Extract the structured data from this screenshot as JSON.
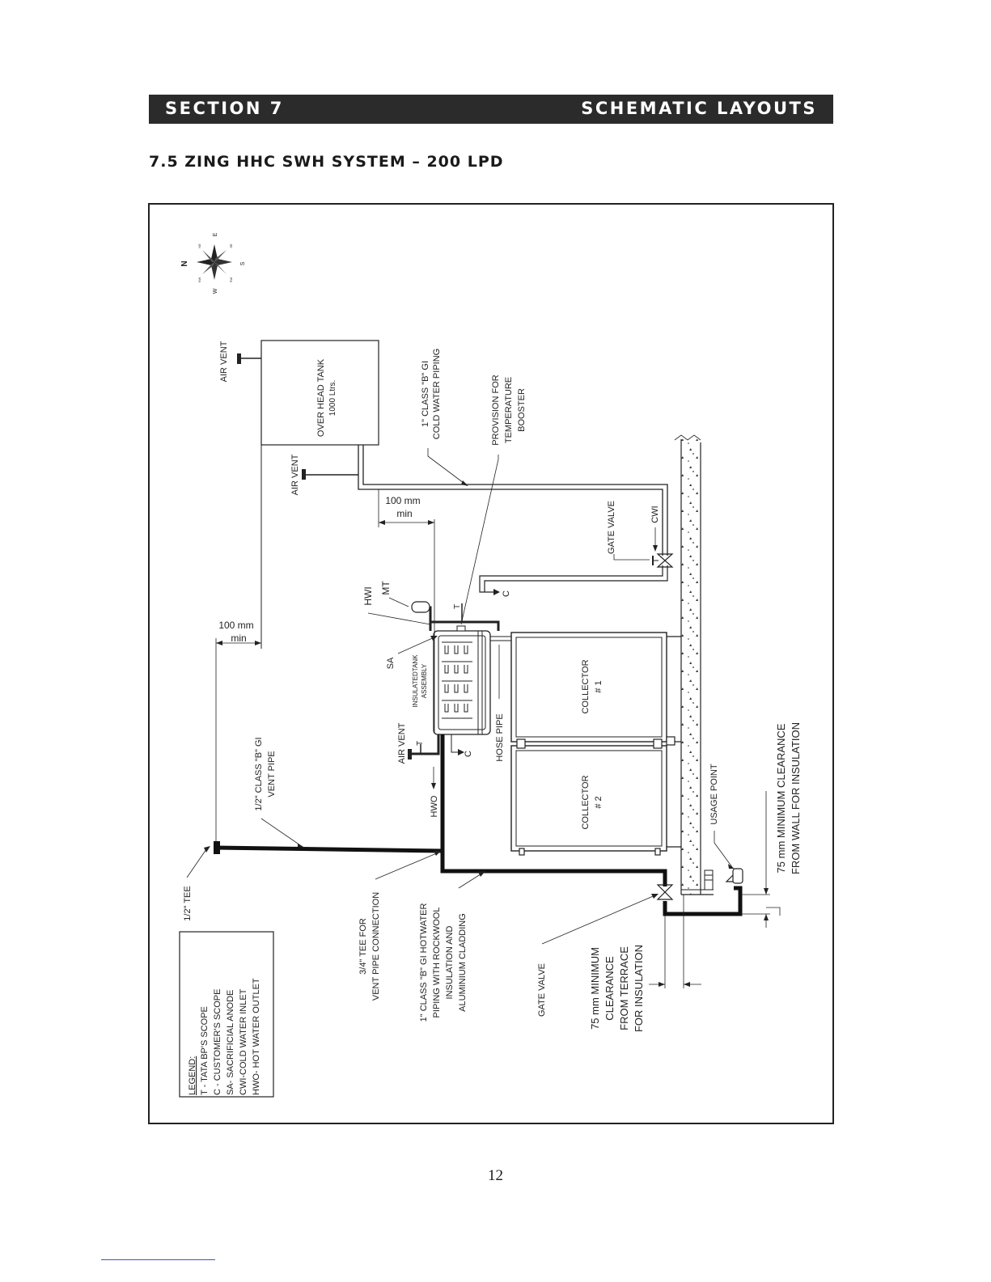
{
  "header": {
    "section_label": "SECTION 7",
    "section_title": "SCHEMATIC LAYOUTS"
  },
  "subtitle": "7.5 ZING HHC SWH SYSTEM – 200 LPD",
  "diagram": {
    "compass": {
      "n": "N",
      "e": "E",
      "s": "S",
      "w": "W",
      "ne": "NE",
      "se": "SE",
      "sw": "SW",
      "nw": "NW"
    },
    "overhead_tank": [
      "OVER HEAD TANK",
      "1000 Ltrs."
    ],
    "air_vent": "AIR VENT",
    "cold_water_piping": [
      "1\" CLASS \"B\" GI",
      "COLD WATER PIPING"
    ],
    "temperature_booster": [
      "PROVISION FOR",
      "TEMPERATURE",
      "BOOSTER"
    ],
    "clearance_100mm": [
      "100 mm",
      "min"
    ],
    "gate_valve": "GATE VALVE",
    "cwi": "CWI",
    "hwi": "HWI",
    "mt": "MT",
    "t": "T",
    "c": "C",
    "sa": "SA",
    "insulated_tank": [
      "INSULATEDTANK",
      "ASSEMBLY"
    ],
    "collector_1": [
      "COLLECTOR",
      "# 1"
    ],
    "collector_2": [
      "COLLECTOR",
      "# 2"
    ],
    "hose_pipe": "HOSE PIPE",
    "hwo": "HWO",
    "vent_pipe": [
      "1/2\" CLASS \"B\" GI",
      "VENT PIPE"
    ],
    "half_tee": "1/2\" TEE",
    "tee_vent": [
      "3/4\" TEE FOR",
      "VENT PIPE CONNECTION"
    ],
    "hot_water_piping": [
      "1\" CLASS \"B\" GI HOTWATER",
      "PIPING WITH ROCKWOOL",
      "INSULATION AND",
      "ALUMINIUM CLADDING"
    ],
    "usage_point": "USAGE POINT",
    "wall_clearance": [
      "75 mm MINIMUM CLEARANCE",
      "FROM WALL FOR INSULATION"
    ],
    "terrace_clearance": [
      "75 mm MINIMUM",
      "CLEARANCE",
      "FROM TERRACE",
      "FOR INSULATION"
    ],
    "legend": [
      "LEGEND:",
      "T - TATA BP'S SCOPE",
      "C - CUSTOMER'S SCOPE",
      "SA- SACRIFICIAL ANODE",
      "CWI-COLD WATER INLET",
      "HWO- HOT WATER OUTLET"
    ]
  },
  "page_number": "12"
}
